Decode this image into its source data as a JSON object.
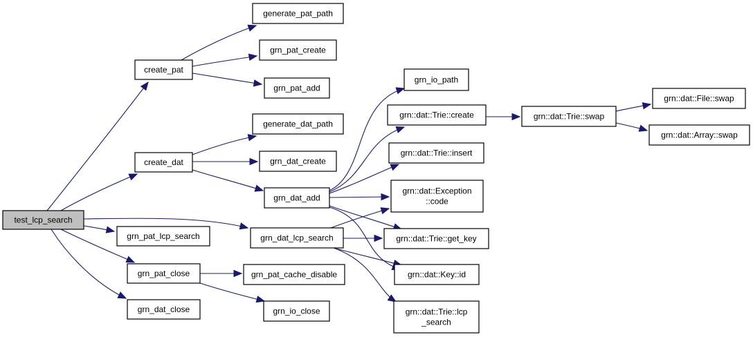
{
  "diagram": {
    "type": "call-graph",
    "root": "test_lcp_search",
    "colors": {
      "edge": "#191970",
      "root_fill": "#bfbfbf",
      "node_fill": "#ffffff",
      "node_border": "#000000"
    },
    "nodes": [
      {
        "id": "test_lcp_search",
        "label": "test_lcp_search",
        "root": true
      },
      {
        "id": "create_pat",
        "label": "create_pat"
      },
      {
        "id": "create_dat",
        "label": "create_dat"
      },
      {
        "id": "grn_pat_lcp_search",
        "label": "grn_pat_lcp_search"
      },
      {
        "id": "grn_pat_close",
        "label": "grn_pat_close"
      },
      {
        "id": "grn_dat_close",
        "label": "grn_dat_close"
      },
      {
        "id": "generate_pat_path",
        "label": "generate_pat_path"
      },
      {
        "id": "grn_pat_create",
        "label": "grn_pat_create"
      },
      {
        "id": "grn_pat_add",
        "label": "grn_pat_add"
      },
      {
        "id": "generate_dat_path",
        "label": "generate_dat_path"
      },
      {
        "id": "grn_dat_create",
        "label": "grn_dat_create"
      },
      {
        "id": "grn_dat_add",
        "label": "grn_dat_add"
      },
      {
        "id": "grn_dat_lcp_search",
        "label": "grn_dat_lcp_search"
      },
      {
        "id": "grn_pat_cache_disable",
        "label": "grn_pat_cache_disable"
      },
      {
        "id": "grn_io_close",
        "label": "grn_io_close"
      },
      {
        "id": "grn_io_path",
        "label": "grn_io_path"
      },
      {
        "id": "trie_create",
        "label": "grn::dat::Trie::create"
      },
      {
        "id": "trie_insert",
        "label": "grn::dat::Trie::insert"
      },
      {
        "id": "exception_code",
        "label": "grn::dat::Exception\n::code"
      },
      {
        "id": "trie_get_key",
        "label": "grn::dat::Trie::get_key"
      },
      {
        "id": "key_id",
        "label": "grn::dat::Key::id"
      },
      {
        "id": "trie_lcp_search",
        "label": "grn::dat::Trie::lcp\n_search"
      },
      {
        "id": "trie_swap",
        "label": "grn::dat::Trie::swap"
      },
      {
        "id": "file_swap",
        "label": "grn::dat::File::swap"
      },
      {
        "id": "array_swap",
        "label": "grn::dat::Array::swap"
      }
    ],
    "edges": [
      {
        "from": "test_lcp_search",
        "to": "create_pat"
      },
      {
        "from": "test_lcp_search",
        "to": "create_dat"
      },
      {
        "from": "test_lcp_search",
        "to": "grn_dat_lcp_search"
      },
      {
        "from": "test_lcp_search",
        "to": "grn_pat_lcp_search"
      },
      {
        "from": "test_lcp_search",
        "to": "grn_pat_close"
      },
      {
        "from": "test_lcp_search",
        "to": "grn_dat_close"
      },
      {
        "from": "create_pat",
        "to": "generate_pat_path"
      },
      {
        "from": "create_pat",
        "to": "grn_pat_create"
      },
      {
        "from": "create_pat",
        "to": "grn_pat_add"
      },
      {
        "from": "create_dat",
        "to": "generate_dat_path"
      },
      {
        "from": "create_dat",
        "to": "grn_dat_create"
      },
      {
        "from": "create_dat",
        "to": "grn_dat_add"
      },
      {
        "from": "grn_dat_add",
        "to": "grn_io_path"
      },
      {
        "from": "grn_dat_add",
        "to": "trie_create"
      },
      {
        "from": "grn_dat_add",
        "to": "trie_insert"
      },
      {
        "from": "grn_dat_add",
        "to": "exception_code"
      },
      {
        "from": "grn_dat_add",
        "to": "trie_get_key"
      },
      {
        "from": "grn_dat_add",
        "to": "key_id"
      },
      {
        "from": "grn_dat_lcp_search",
        "to": "exception_code"
      },
      {
        "from": "grn_dat_lcp_search",
        "to": "trie_get_key"
      },
      {
        "from": "grn_dat_lcp_search",
        "to": "key_id"
      },
      {
        "from": "grn_dat_lcp_search",
        "to": "trie_lcp_search"
      },
      {
        "from": "grn_pat_close",
        "to": "grn_pat_cache_disable"
      },
      {
        "from": "grn_pat_close",
        "to": "grn_io_close"
      },
      {
        "from": "trie_create",
        "to": "trie_swap"
      },
      {
        "from": "trie_swap",
        "to": "file_swap"
      },
      {
        "from": "trie_swap",
        "to": "array_swap"
      }
    ]
  }
}
